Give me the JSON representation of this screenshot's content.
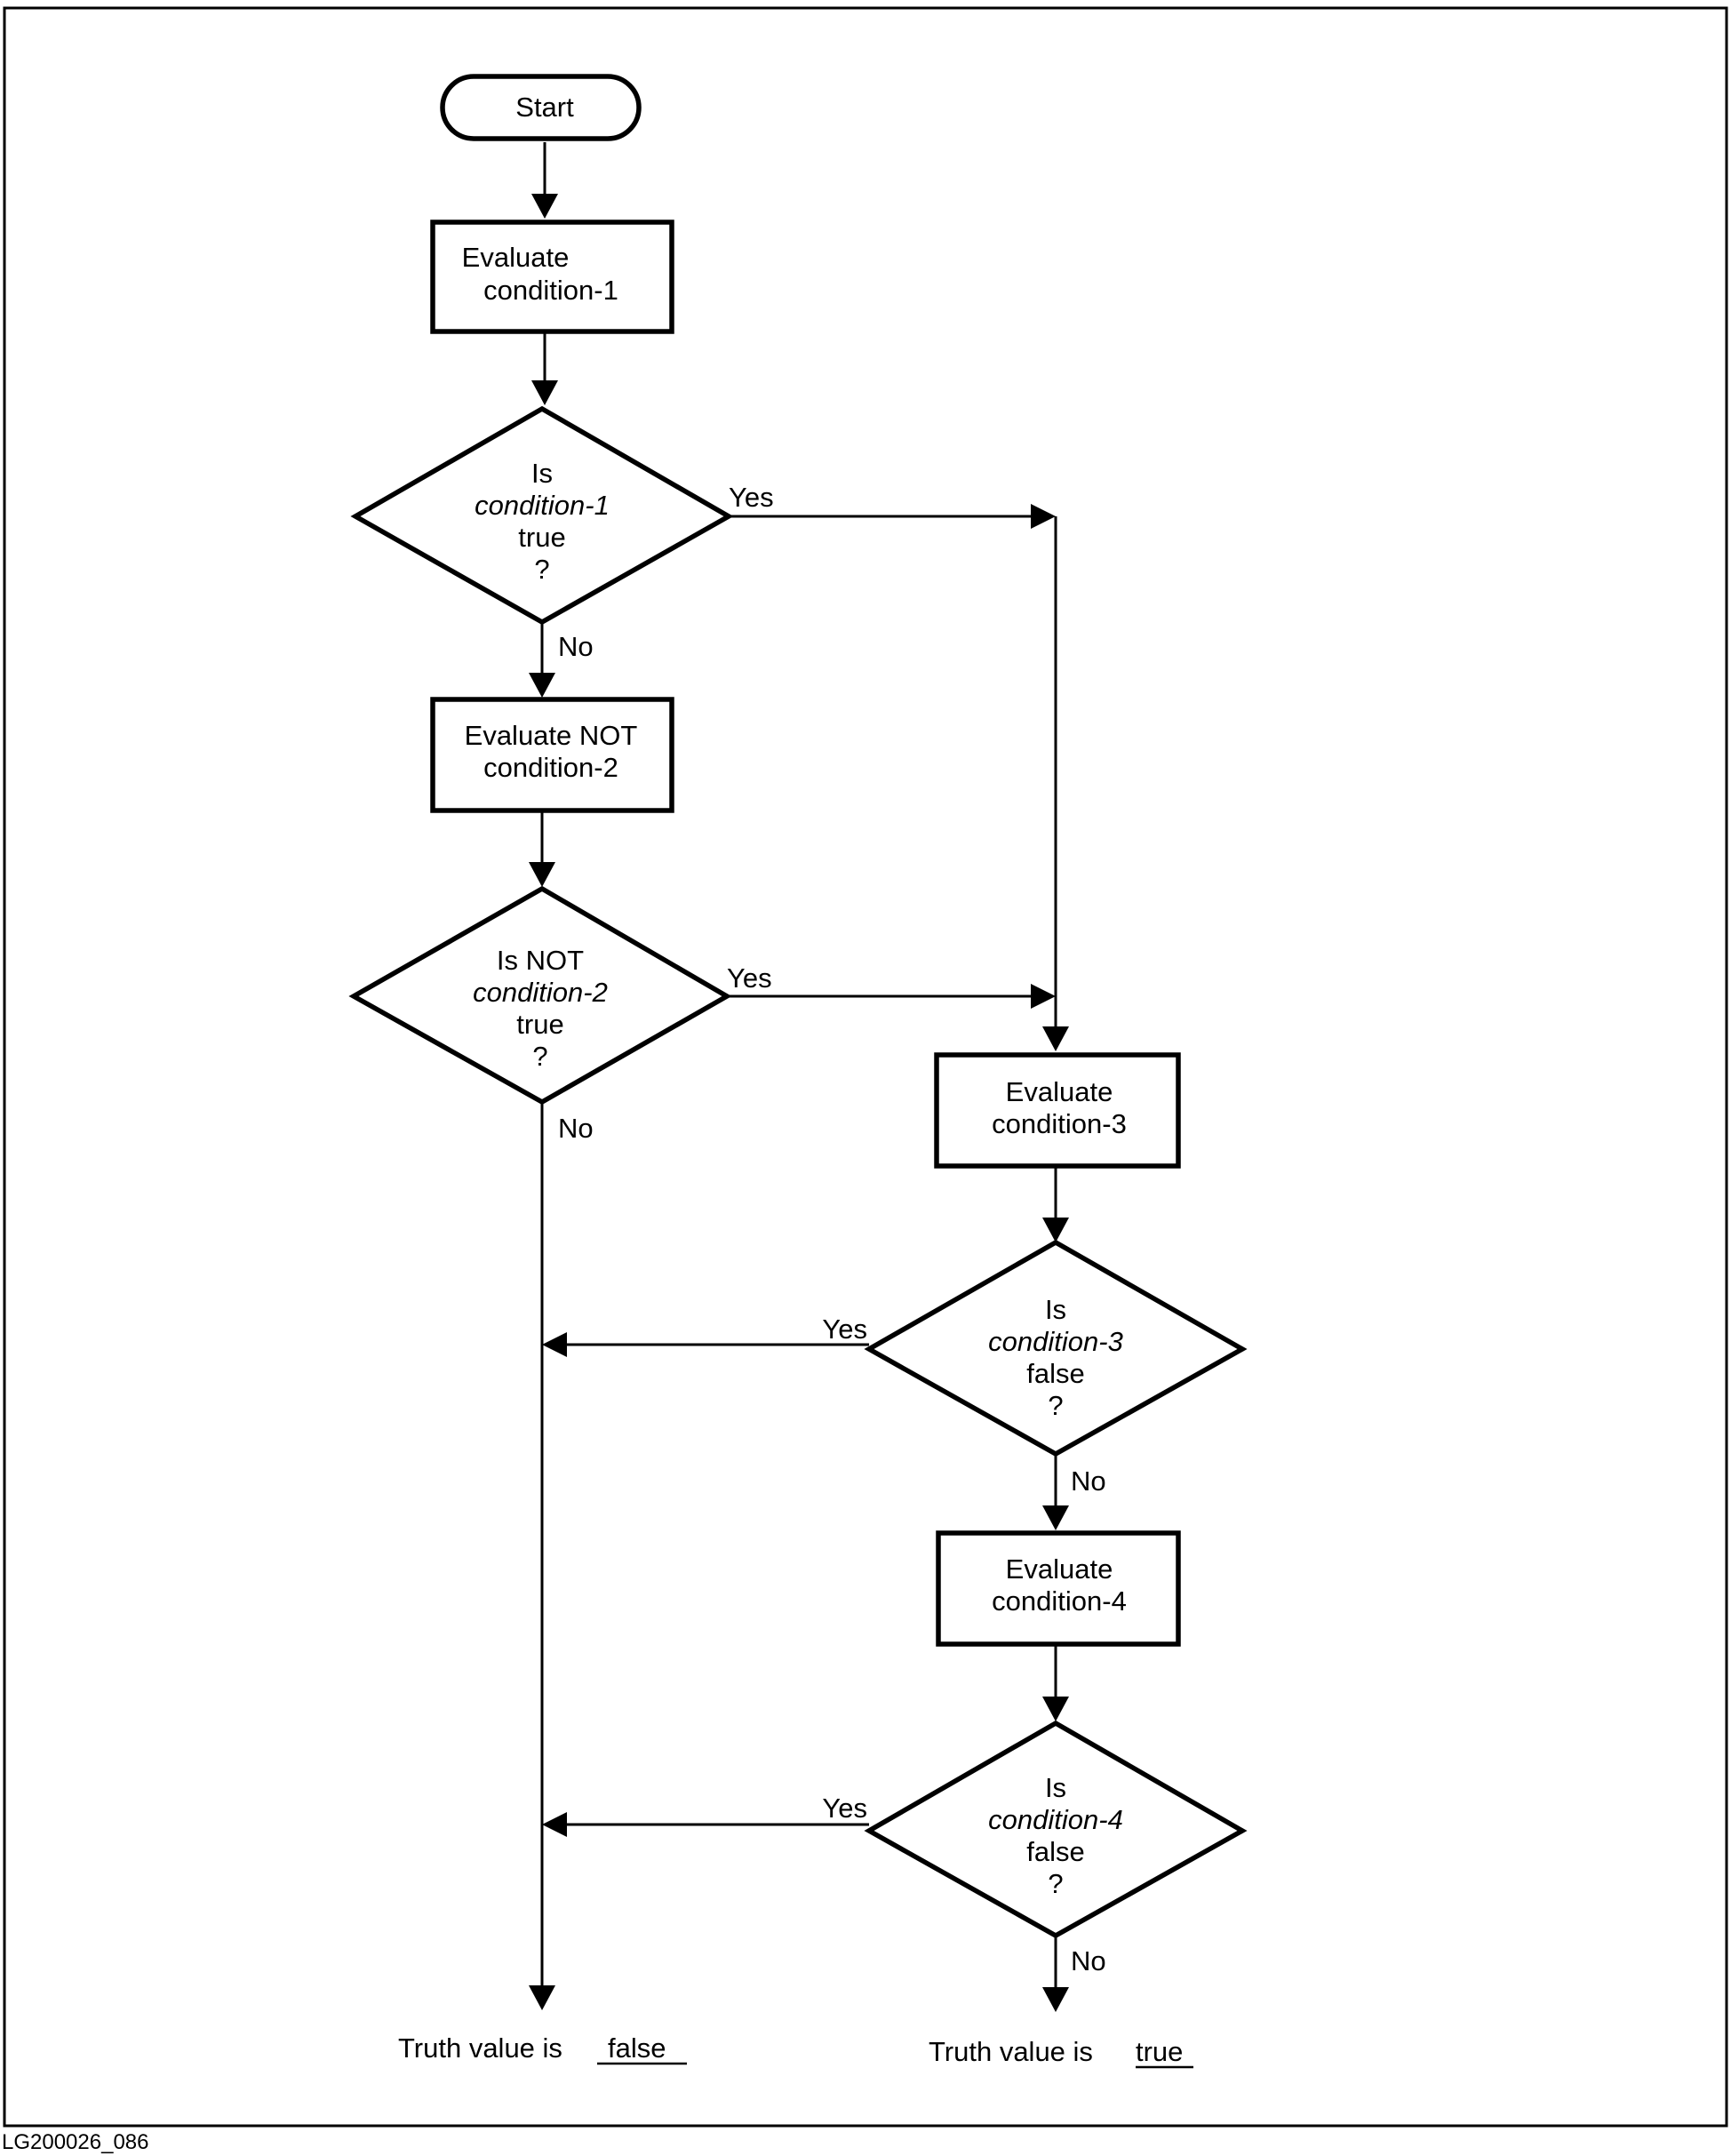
{
  "figure_id": "LG200026_086",
  "nodes": {
    "start": {
      "label": "Start"
    },
    "evaluate_condition_1": {
      "lines": [
        "Evaluate",
        "condition-1"
      ]
    },
    "decision_condition_1_true": {
      "lines": [
        "Is",
        "condition-1",
        "true",
        "?"
      ]
    },
    "evaluate_not_condition_2": {
      "lines": [
        "Evaluate NOT",
        "condition-2"
      ]
    },
    "decision_not_condition_2_true": {
      "lines": [
        "Is NOT",
        "condition-2",
        "true",
        "?"
      ]
    },
    "evaluate_condition_3": {
      "lines": [
        "Evaluate",
        "condition-3"
      ]
    },
    "decision_condition_3_false": {
      "lines": [
        "Is",
        "condition-3",
        "false",
        "?"
      ]
    },
    "evaluate_condition_4": {
      "lines": [
        "Evaluate",
        "condition-4"
      ]
    },
    "decision_condition_4_false": {
      "lines": [
        "Is",
        "condition-4",
        "false",
        "?"
      ]
    }
  },
  "edge_labels": {
    "d1_yes": "Yes",
    "d1_no": "No",
    "d2_yes": "Yes",
    "d2_no": "No",
    "d3_yes": "Yes",
    "d3_no": "No",
    "d4_yes": "Yes",
    "d4_no": "No"
  },
  "outcomes": {
    "false": {
      "prefix": "Truth value is",
      "value": "false"
    },
    "true": {
      "prefix": "Truth value is",
      "value": "true"
    }
  }
}
